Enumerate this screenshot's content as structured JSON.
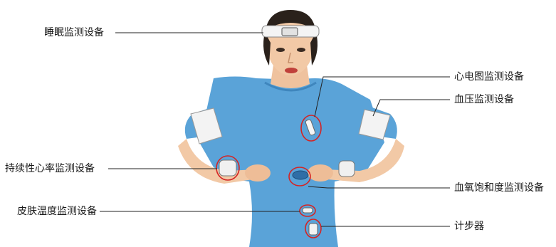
{
  "labels": {
    "sleep": "睡眠监测设备",
    "ecg": "心电图监测设备",
    "bp": "血压监测设备",
    "heart_rate": "持续性心率监测设备",
    "spo2": "血氧饱和度监测设备",
    "skin_temp": "皮肤温度监测设备",
    "pedometer": "计步器"
  },
  "colors": {
    "shirt": "#5aa3d8",
    "skin": "#f2c9a6",
    "hair": "#2a211b",
    "highlight_circle": "#d42424",
    "leader_line": "#222222"
  }
}
